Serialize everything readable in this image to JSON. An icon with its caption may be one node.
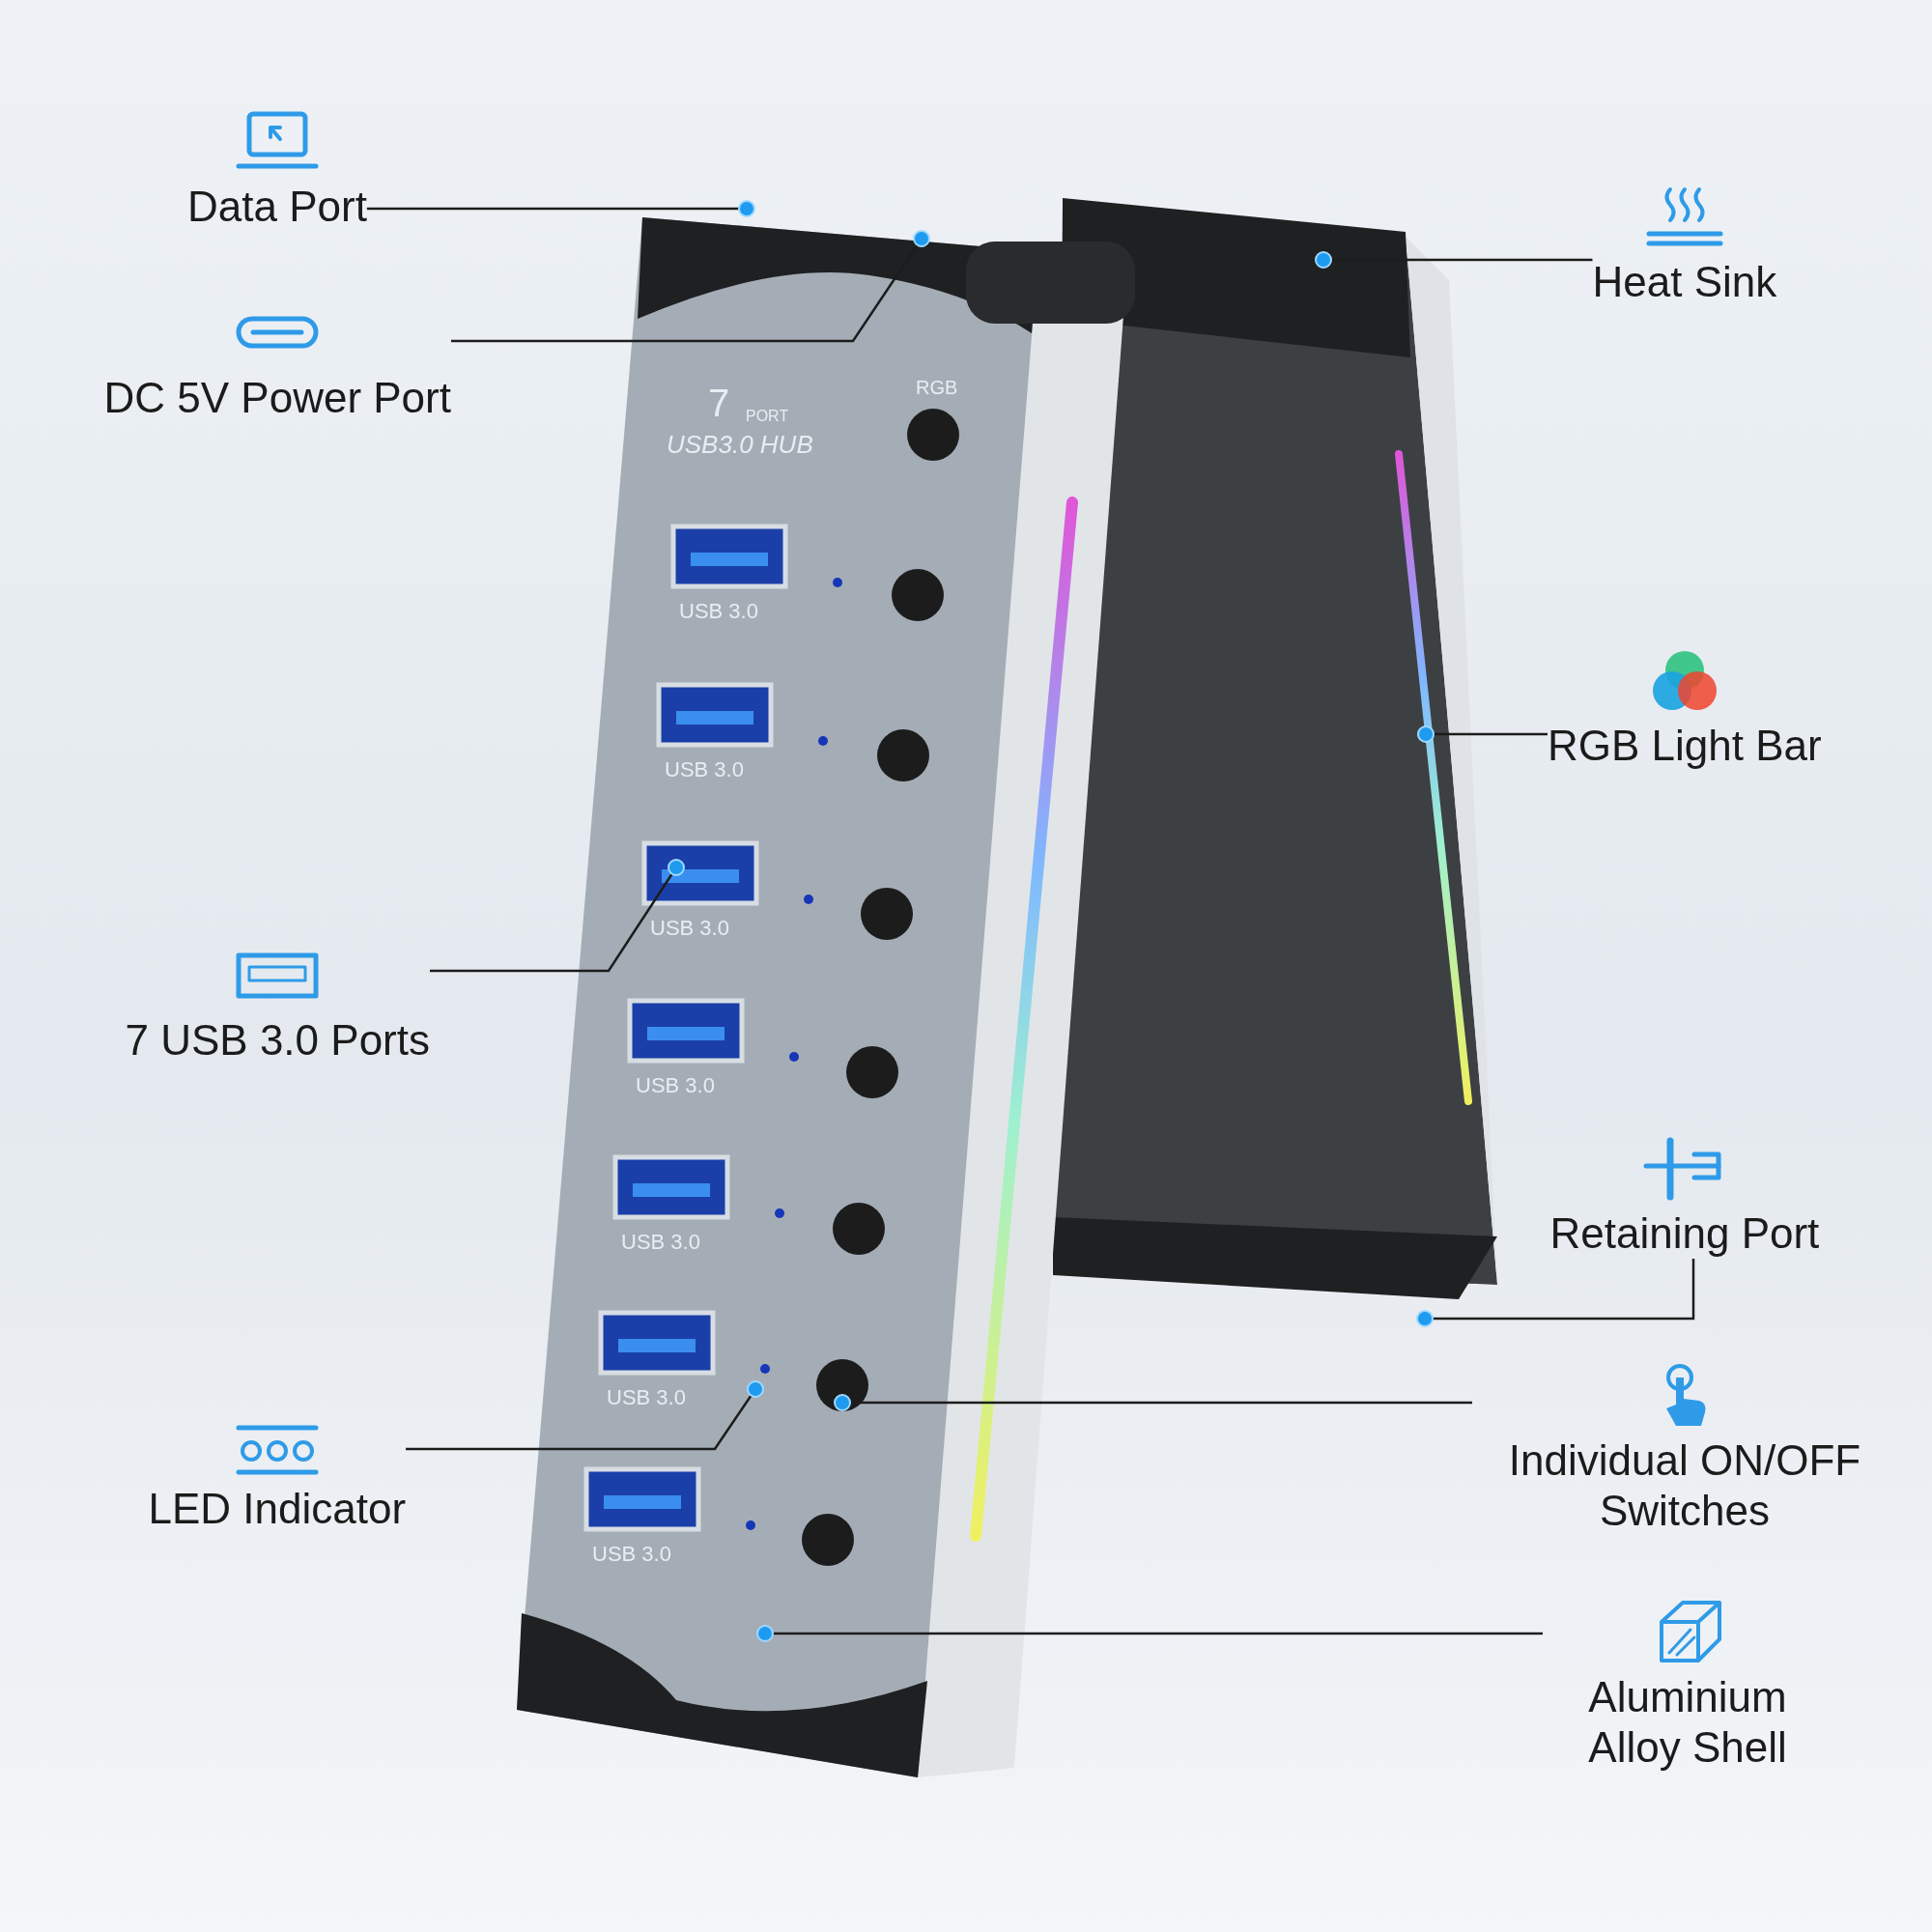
{
  "diagram": {
    "nodes": [
      {
        "text": [
          "Data Port"
        ]
      },
      {
        "text": [
          "DC 5V Power Port"
        ]
      },
      {
        "text": [
          "7 USB 3.0 Ports"
        ]
      },
      {
        "text": [
          "LED Indicator"
        ]
      },
      {
        "text": [
          "Heat Sink"
        ]
      },
      {
        "text": [
          "RGB Light Bar"
        ]
      },
      {
        "text": [
          "Retaining Port"
        ]
      },
      {
        "text": [
          "Individual ON/OFF Switches"
        ]
      },
      {
        "text": [
          "Aluminium Alloy Shell"
        ]
      }
    ],
    "edges": [
      {
        "from": 0,
        "to": null,
        "arrow": "other"
      },
      {
        "from": 1,
        "to": null,
        "arrow": "other"
      },
      {
        "from": 2,
        "to": null,
        "arrow": "other"
      },
      {
        "from": 3,
        "to": null,
        "arrow": "other"
      },
      {
        "from": 4,
        "to": null,
        "arrow": "other"
      },
      {
        "from": 5,
        "to": null,
        "arrow": "other"
      },
      {
        "from": 6,
        "to": null,
        "arrow": "other"
      },
      {
        "from": 7,
        "to": null,
        "arrow": "other"
      },
      {
        "from": 8,
        "to": null,
        "arrow": "other"
      }
    ],
    "labels": [
      "7",
      "PORT",
      "USB3.0 HUB",
      "RGB",
      "USB 3.0",
      "USB 3.0",
      "USB 3.0",
      "USB 3.0",
      "USB 3.0",
      "USB 3.0",
      "USB 3.0"
    ]
  }
}
